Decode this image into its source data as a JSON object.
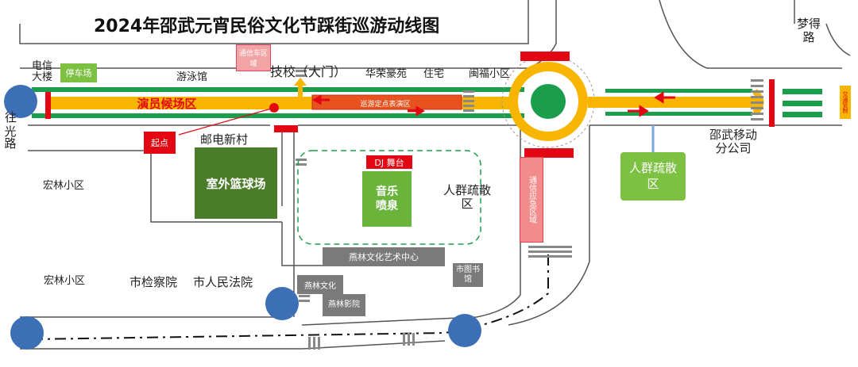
{
  "title": "2024年邵武元宵民俗文化节踩街巡游动线图",
  "roads": {
    "guangguang_road": "光路",
    "guangguang_road_prefix": "往",
    "mengde_road": "梦得路"
  },
  "places": {
    "telecom_building": "电信大楼",
    "swimming_hall": "游泳馆",
    "tech_school": "技校（大门）",
    "huarong_garden": "华荣豪苑",
    "residential": "住宅",
    "minfu_community": "闽福小区",
    "postal_village": "邮电新村",
    "honglin_community_1": "宏林小区",
    "honglin_community_2": "宏林小区",
    "procuratorate": "市检察院",
    "people_court": "市人民法院",
    "shaowu_mobile": "邵武移动分公司",
    "yanlin_culture": "燕林文化",
    "yanlin_cinema": "燕林影院",
    "yanlin_arts_center": "燕林文化艺术中心",
    "city_library": "市图书馆"
  },
  "zones": {
    "parking": "停车场",
    "performer_waiting": "演员候场区",
    "fixed_show_area": "巡游定点表演区",
    "start_point": "起点",
    "outdoor_basketball": "室外篮球场",
    "dj_stage": "DJ 舞台",
    "music_fountain": "音乐喷泉",
    "crowd_evac_center": "人群疏散区",
    "crowd_evac_east": "人群疏散区",
    "comm_emergency": "通信应急区域",
    "comm_vehicle": "通信车区域",
    "traffic_control": "交通管制"
  },
  "colors": {
    "route_yellow": "#f7b500",
    "green_lane": "#1b9e4b",
    "red_barrier": "#e30613",
    "dark_green": "#4a7c2a",
    "light_green": "#7dc142",
    "gray_building": "#7a7a7a",
    "blue_circle": "#3d6fb6",
    "pink_zone": "#f28b8b"
  },
  "icons": {
    "exit_marker": "blue-circle-icon",
    "direction": "red-arrow-icon",
    "crosswalk": "crosswalk-icon"
  }
}
